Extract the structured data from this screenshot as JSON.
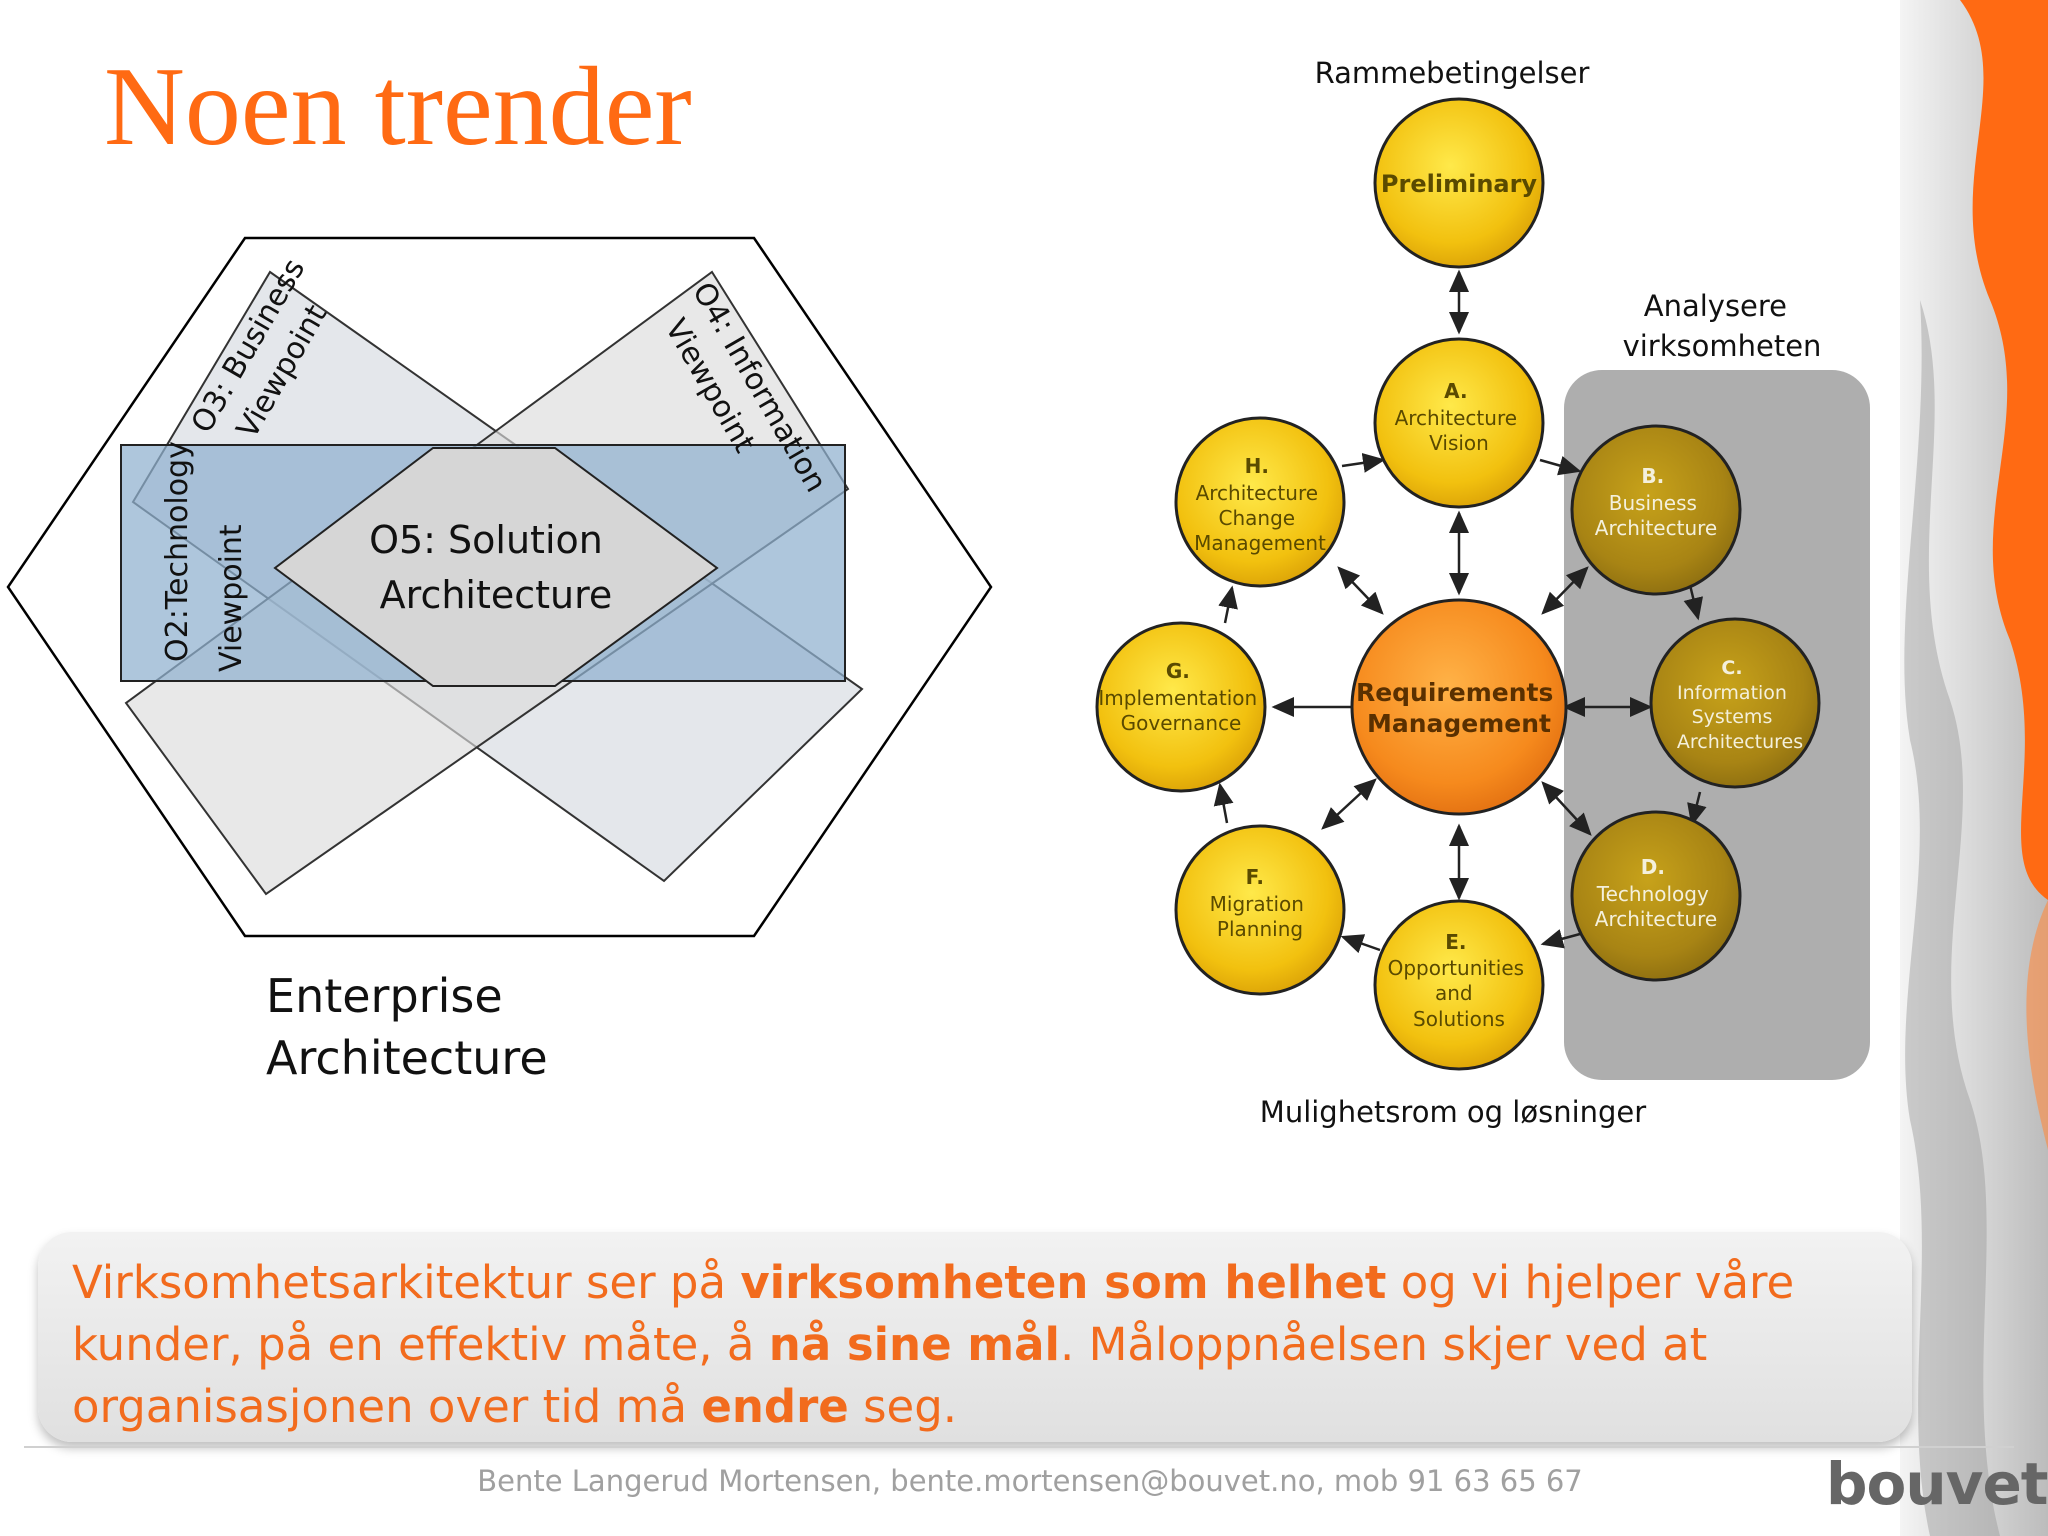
{
  "slide": {
    "title": "Noen trender",
    "enterprise_label": [
      "Enterprise",
      "Architecture"
    ],
    "hexagon": {
      "o3": [
        "O3: Business",
        "Viewpoint"
      ],
      "o4": [
        "O4: Information",
        "Viewpoint"
      ],
      "o2": [
        "O2:Technology",
        "Viewpoint"
      ],
      "o5": [
        "O5: Solution",
        "Architecture"
      ]
    },
    "adm": {
      "top_label": "Rammebetingelser",
      "right_label": [
        "Analysere",
        "virksomheten"
      ],
      "bottom_label": "Mulighetsrom og løsninger",
      "nodes": {
        "prelim": [
          "Preliminary"
        ],
        "a": [
          "A.",
          "Architecture",
          "Vision"
        ],
        "b": [
          "B.",
          "Business",
          "Architecture"
        ],
        "c": [
          "C.",
          "Information",
          "Systems",
          "Architectures"
        ],
        "d": [
          "D.",
          "Technology",
          "Architecture"
        ],
        "e": [
          "E.",
          "Opportunities",
          "and",
          "Solutions"
        ],
        "f": [
          "F.",
          "Migration",
          "Planning"
        ],
        "g": [
          "G.",
          "Implementation",
          "Governance"
        ],
        "h": [
          "H.",
          "Architecture",
          "Change",
          "Management"
        ],
        "req": [
          "Requirements",
          "Management"
        ]
      }
    },
    "callout": {
      "t1": "Virksomhetsarkitektur ser på ",
      "b1": "virksomheten som helhet",
      "t2": " og vi hjelper våre kunder, på en effektiv måte, å ",
      "b2": "nå sine mål",
      "t3": ". Måloppnåelsen skjer ved at organisasjonen over tid må ",
      "b3": "endre",
      "t4": " seg."
    },
    "footer": "Bente Langerud Mortensen, bente.mortensen@bouvet.no, mob 91 63 65 67",
    "logo": "bouvet"
  }
}
